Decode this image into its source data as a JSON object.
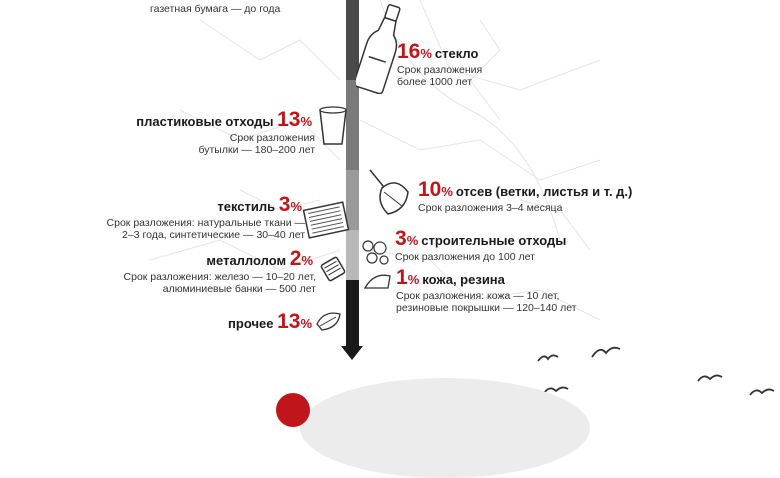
{
  "top_note": "газетная бумага — до года",
  "items": {
    "glass": {
      "value": "16",
      "pct": "%",
      "label": "стекло",
      "lines": [
        "Срок разложения",
        "более 1000 лет"
      ]
    },
    "plastic": {
      "value": "13",
      "pct": "%",
      "label": "пластиковые отходы",
      "lines": [
        "Срок разложения",
        "бутылки — 180–200 лет"
      ]
    },
    "screenings": {
      "value": "10",
      "pct": "%",
      "label": "отсев (ветки, листья и т. д.)",
      "lines": [
        "Срок разложения 3–4 месяца"
      ]
    },
    "textile": {
      "value": "3",
      "pct": "%",
      "label": "текстиль",
      "lines": [
        "Срок разложения: натуральные ткани —",
        "2–3 года, синтетические — 30–40 лет"
      ]
    },
    "construction": {
      "value": "3",
      "pct": "%",
      "label": "строительные отходы",
      "lines": [
        "Срок разложения до 100 лет"
      ]
    },
    "metal": {
      "value": "2",
      "pct": "%",
      "label": "металлолом",
      "lines": [
        "Срок разложения: железо — 10–20 лет,",
        "алюминиевые банки — 500 лет"
      ]
    },
    "leather": {
      "value": "1",
      "pct": "%",
      "label": "кожа, резина",
      "lines": [
        "Срок разложения: кожа — 10 лет,",
        "резиновые покрышки — 120–140 лет"
      ]
    },
    "other": {
      "value": "13",
      "pct": "%",
      "label": "прочее"
    }
  },
  "colors": {
    "accent": "#c0151b",
    "scale_dark": "#4a4a4a",
    "scale_mid": "#7a7a7a",
    "scale_light": "#b8b8b8"
  }
}
